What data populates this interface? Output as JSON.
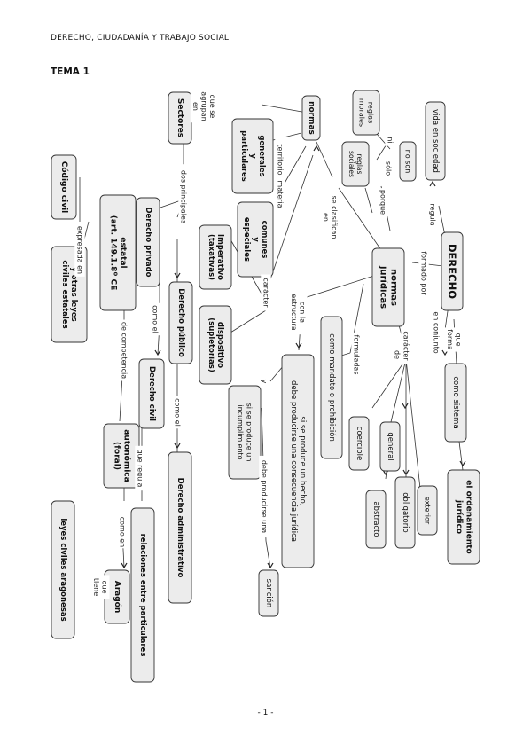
{
  "header": {
    "course": "DERECHO, CIUDADANÍA Y TRABAJO SOCIAL",
    "topic": "TEMA 1",
    "page": "- 1 -"
  },
  "concept_map": {
    "nodes": {
      "derecho": "DERECHO",
      "vida_sociedad": "vida en sociedad",
      "normas_juridicas": [
        "normas",
        "jurídicas"
      ],
      "normas": "normas",
      "no_son": "no son",
      "reglas_morales": [
        "reglas",
        "morales"
      ],
      "reglas_sociales": [
        "reglas",
        "sociales"
      ],
      "generales": [
        "generales",
        "y",
        "particulares"
      ],
      "comunes": [
        "comunes",
        "y",
        "especiales"
      ],
      "imperativo": [
        "imperativo",
        "(taxativas)"
      ],
      "dispositivo": [
        "dispositivo",
        "(supletorias)"
      ],
      "sectores": "Sectores",
      "derecho_privado": "Derecho privado",
      "derecho_publico": "Derecho público",
      "derecho_civil": "Derecho civil",
      "derecho_administrativo": "Derecho administrativo",
      "estatal": [
        "estatal",
        "(art. 149.1.8º CE"
      ],
      "autonomica": [
        "autonómica",
        "(foral)"
      ],
      "aragon": "Aragón",
      "relaciones": "relaciones entre particulares",
      "codigo_civil": "Código civil",
      "otras_leyes": [
        "y otras leyes",
        "civiles estatales"
      ],
      "leyes_aragonesas": "leyes civiles aragonesas",
      "mandato": "como mandato o prohibición",
      "hecho": [
        "si se produce un hecho,",
        "debe producirse una consecuencia jurídica"
      ],
      "incumplimiento": [
        "si se produce un",
        "incumplimiento"
      ],
      "sancion": "sanción",
      "coercible": "coercible",
      "general": "general",
      "abstracto": "abstracto",
      "obligatorio": "obligatorio",
      "exterior": "exterior",
      "como_sistema": "como sistema",
      "ordenamiento": [
        "el ordenamiento",
        "jurídico"
      ]
    },
    "link_labels": {
      "formado_por": "formado por",
      "regula": "regula",
      "que_forma": [
        "que",
        "forma"
      ],
      "en_conjunto": "en conjunto",
      "porque": "porque",
      "solo": "sólo",
      "ni": "ni",
      "se_clasifican_en": [
        "se clasifican",
        "en"
      ],
      "territorio": "territorio",
      "materia": "materia",
      "caracter1": "carácter",
      "caracter2": "carácter",
      "de": "de",
      "formuladas": "formuladas",
      "con_la_estructura": [
        "con la",
        "estructura"
      ],
      "y": "y",
      "debe_producirse_una": "debe producirse una",
      "que_se_agrupan_en": [
        "que se",
        "agrupan",
        "en"
      ],
      "dos_principales": "dos principales",
      "como_el_1": "como el",
      "como_el_2": "como el",
      "que_regula": "que regula",
      "de_competencia": "de competencia",
      "como_en": "como en",
      "que_tiene": [
        "que",
        "tiene"
      ],
      "expresada_en": "expresada en"
    }
  }
}
